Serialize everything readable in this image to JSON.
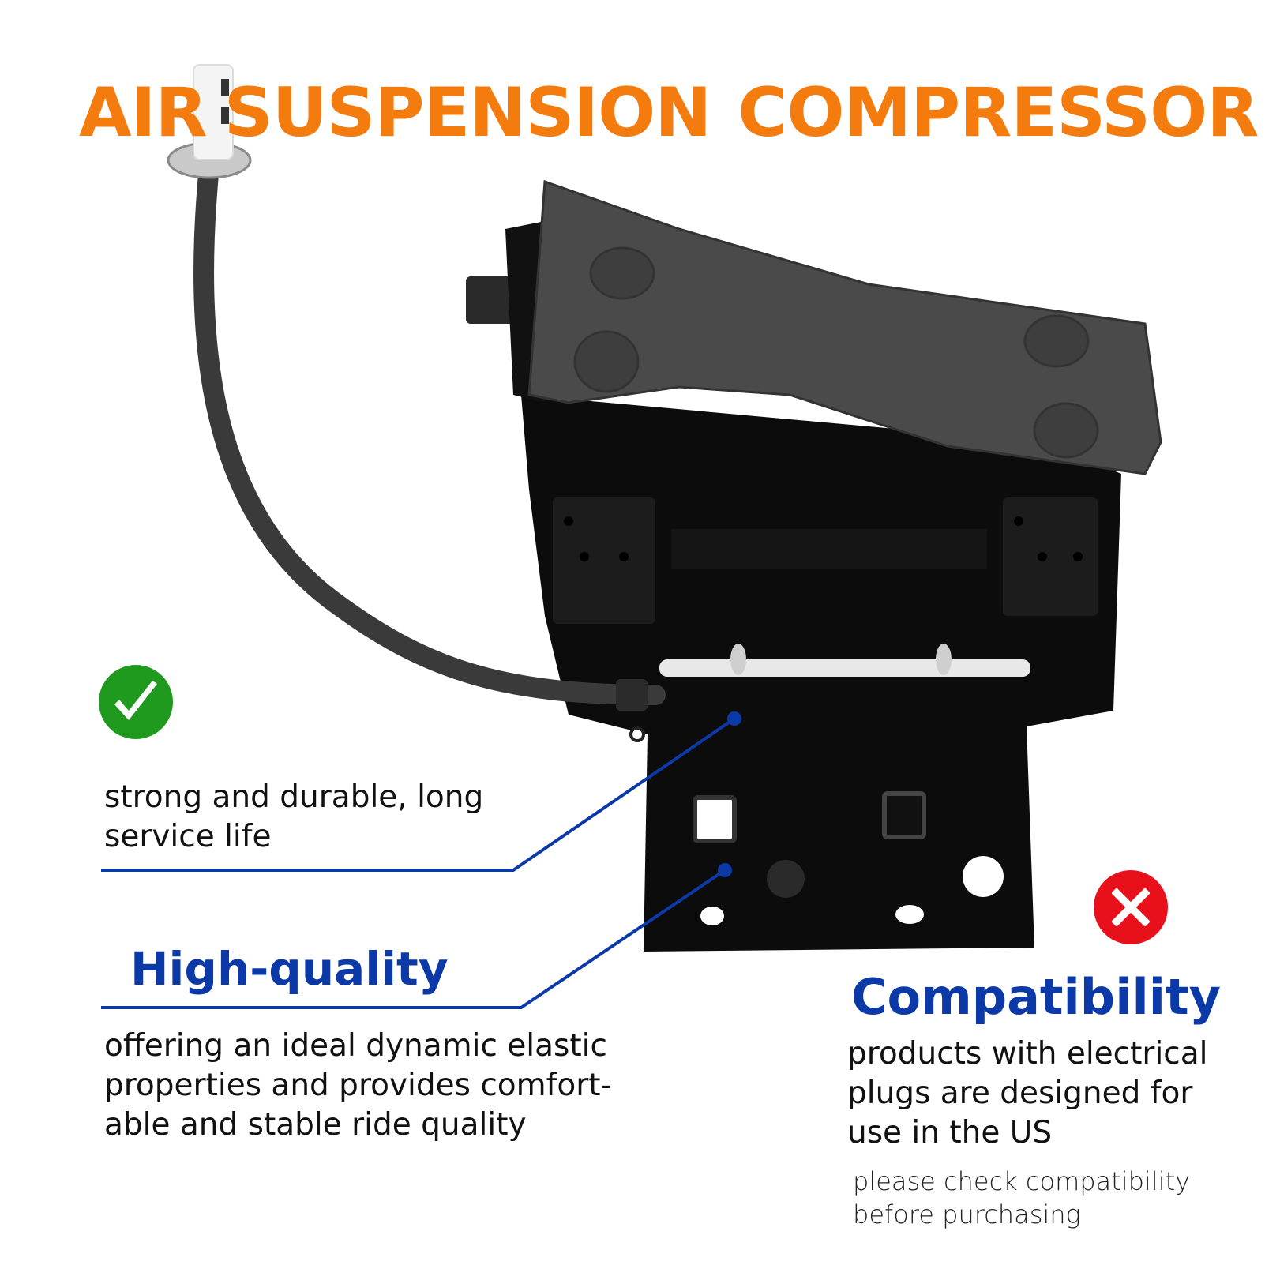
{
  "header": {
    "title_words": [
      "AIR",
      "SUSPENSION",
      "COMPRESSOR"
    ]
  },
  "features": [
    {
      "icon": "checkmark-icon",
      "text_lines": [
        "strong and durable, long",
        "service life"
      ]
    },
    {
      "heading": "High-quality",
      "text_lines": [
        "offering an ideal dynamic elastic",
        "properties and provides comfort-",
        "able and stable ride quality"
      ]
    }
  ],
  "compatibility": {
    "icon": "cross-icon",
    "heading": "Compatibility",
    "text_lines": [
      "products with electrical",
      "plugs are designed for",
      "use in the US"
    ],
    "note_lines": [
      "please check compatibility",
      "before purchasing"
    ]
  },
  "colors": {
    "title": "#f47b0d",
    "accent_blue": "#0b3aa8",
    "check_green": "#1f9a1f",
    "cross_red": "#e8111b",
    "product_black": "#0c0c0c",
    "cover_gray": "#4a4a4a"
  }
}
